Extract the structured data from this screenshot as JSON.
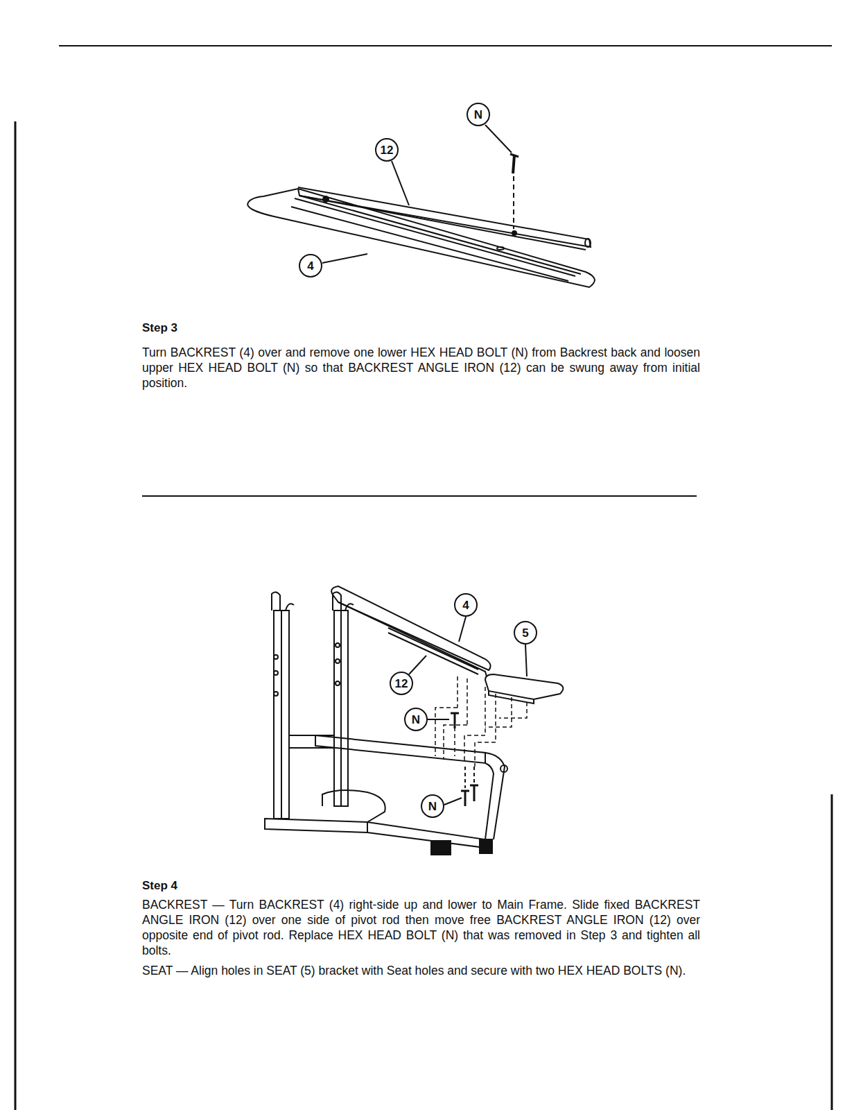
{
  "diagram": {
    "nodes": [
      {
        "text": [
          "N"
        ]
      },
      {
        "text": [
          "12"
        ]
      },
      {
        "text": [
          "4"
        ]
      },
      {
        "text": [
          "4"
        ]
      },
      {
        "text": [
          "5"
        ]
      },
      {
        "text": [
          "12"
        ]
      },
      {
        "text": [
          "N"
        ]
      },
      {
        "text": [
          "N"
        ]
      }
    ],
    "labels": [
      "Step 3",
      "Turn BACKREST (4) over and remove one lower HEX HEAD BOLT (N) from Backrest back and loosen upper HEX HEAD BOLT (N) so that BACKREST ANGLE IRON (12) can be swung away from initial position.",
      "Step 4",
      "BACKREST — Turn BACKREST (4) right-side up and lower to Main Frame. Slide fixed BACKREST ANGLE IRON (12) over one side of pivot rod then move free BACKREST ANGLE IRON (12) over opposite end of pivot rod. Replace HEX HEAD BOLT (N) that was removed in Step 3 and tighten all bolts.",
      "SEAT — Align holes in SEAT (5) bracket with Seat holes and secure with two HEX HEAD BOLTS (N)."
    ]
  }
}
